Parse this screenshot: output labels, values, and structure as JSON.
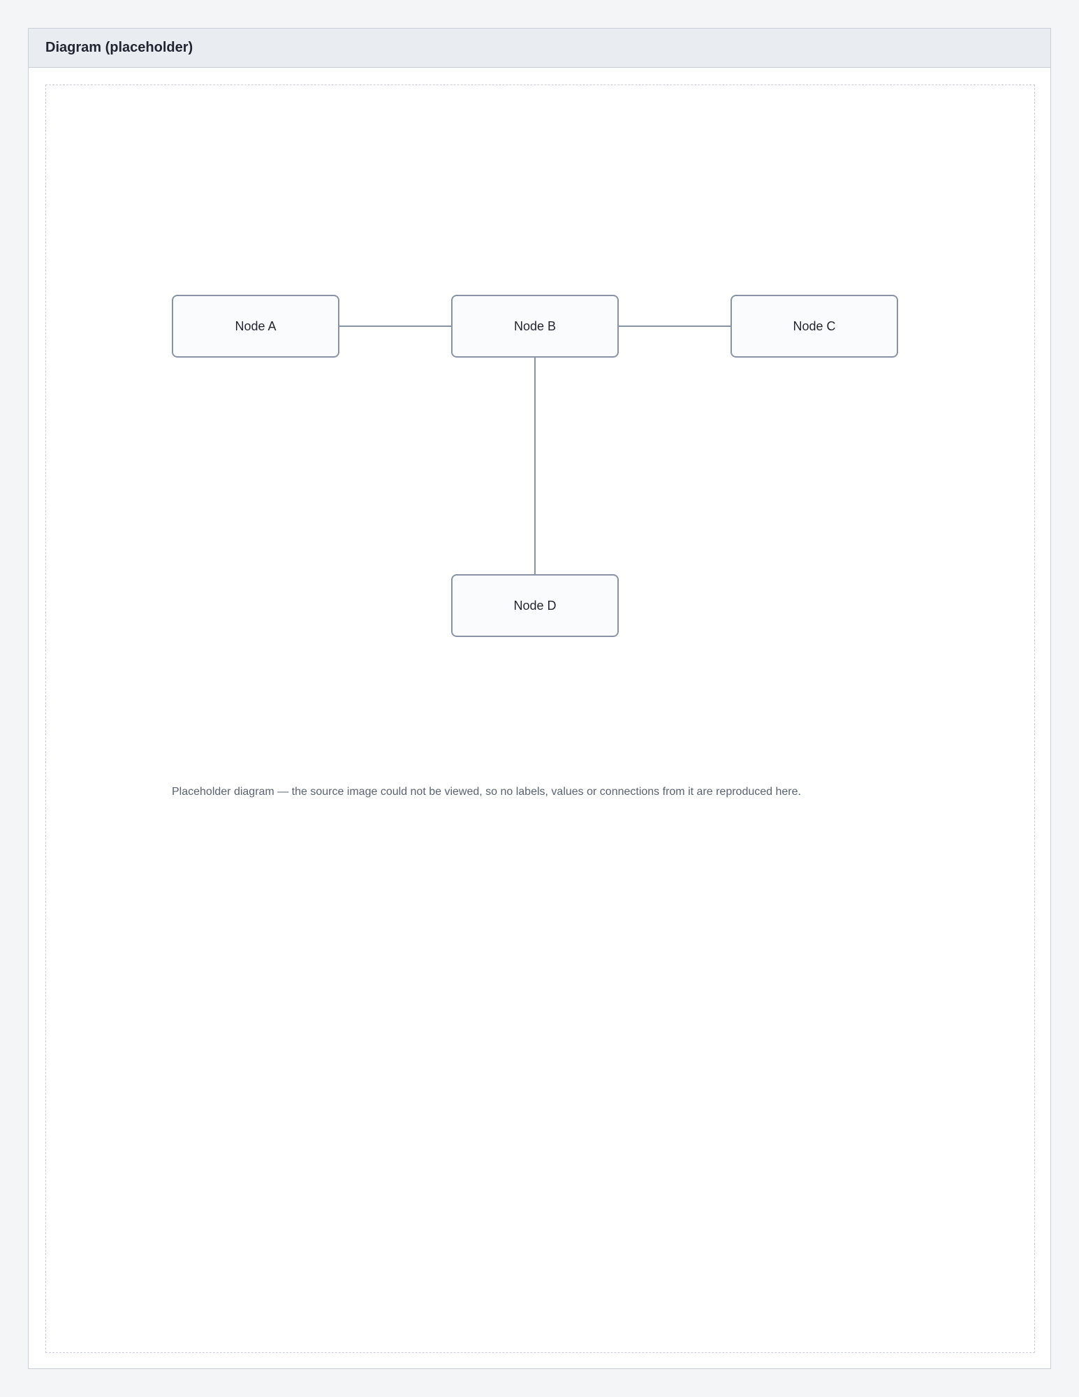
{
  "page": {
    "title": "Diagram (placeholder)"
  },
  "nodes": [
    {
      "label": "Node A"
    },
    {
      "label": "Node B"
    },
    {
      "label": "Node C"
    },
    {
      "label": "Node D"
    }
  ],
  "note": "Placeholder diagram — the source image could not be viewed, so no labels, values or connections from it are reproduced here."
}
